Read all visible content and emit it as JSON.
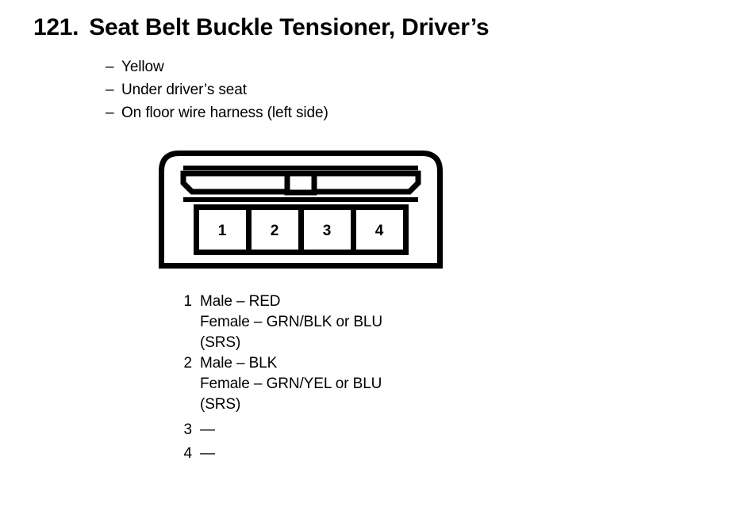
{
  "title": {
    "number": "121.",
    "text": "Seat Belt Buckle Tensioner, Driver’s"
  },
  "specs": {
    "dash": "–",
    "items": [
      "Yellow",
      "Under driver’s seat",
      "On floor wire harness (left side)"
    ]
  },
  "connector": {
    "label": "4-pin connector face view",
    "pin_count": 4,
    "pins": [
      "1",
      "2",
      "3",
      "4"
    ],
    "stroke_color": "#000000",
    "fill_color": "#ffffff"
  },
  "legend": {
    "rows": [
      {
        "number": "1",
        "lines": [
          "Male – RED",
          "Female – GRN/BLK or BLU",
          "(SRS)"
        ]
      },
      {
        "number": "2",
        "lines": [
          "Male – BLK",
          "Female – GRN/YEL or BLU",
          "(SRS)"
        ]
      },
      {
        "number": "3",
        "lines": [
          "—"
        ]
      },
      {
        "number": "4",
        "lines": [
          "—"
        ]
      }
    ]
  }
}
